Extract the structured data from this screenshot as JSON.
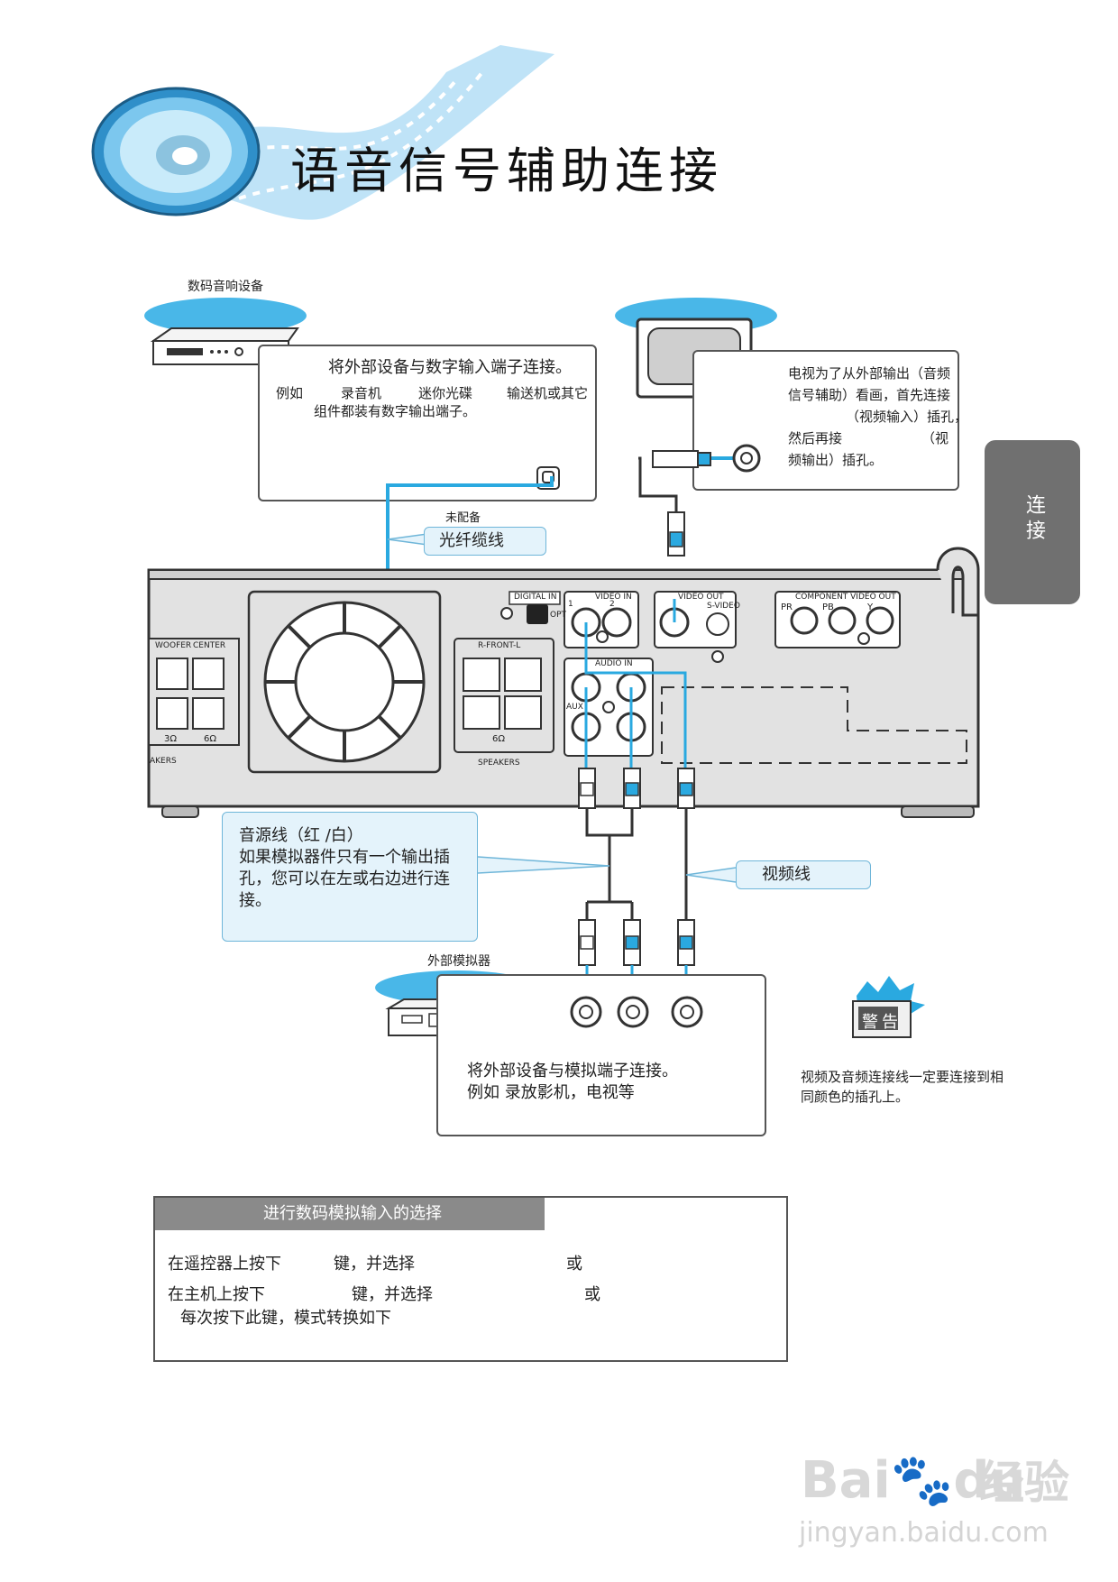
{
  "header": {
    "title": "语音信号辅助连接"
  },
  "side_tab": {
    "label": "连接"
  },
  "digital_device": {
    "label": "数码音响设备"
  },
  "digital_box": {
    "line1": "将外部设备与数字输入端子连接。",
    "line2a": "例如",
    "line2b": "录音机",
    "line2c": "迷你光碟",
    "line2d": "输送机或其它",
    "line3": "组件都装有数字输出端子。"
  },
  "tv_box": {
    "line1": "电视为了从外部输出（音频",
    "line2": "信号辅助）看画，首先连接",
    "line3": "（视频输入）插孔，",
    "line4a": "然后再接",
    "line4b": "（视",
    "line5": "频输出）插孔。"
  },
  "optical": {
    "note": "未配备",
    "label": "光纤缆线"
  },
  "panel": {
    "digital_in": "DIGITAL IN",
    "opt": "OPT",
    "video_in": "VIDEO IN",
    "video_out": "VIDEO OUT",
    "s_video": "S-VIDEO",
    "component_video_out": "COMPONENT VIDEO OUT",
    "pr": "PR",
    "pb": "PB",
    "y": "Y",
    "audio_in": "AUDIO IN",
    "aux": "AUX",
    "woofer": "WOOFER",
    "center": "CENTER",
    "r_front_l": "R-FRONT-L",
    "ohm3": "3Ω",
    "ohm6": "6Ω",
    "ohm6b": "6Ω",
    "speakers_left": "AKERS",
    "speakers_right": "SPEAKERS",
    "num1": "1",
    "num2": "2"
  },
  "audio_bubble": {
    "line1": "音源线（红 /白）",
    "line2": "如果模拟器件只有一个输出插",
    "line3": "孔，您可以在左或右边进行连",
    "line4": "接。"
  },
  "video_label": "视频线",
  "analog_device": {
    "label": "外部模拟器"
  },
  "analog_box": {
    "line1": "将外部设备与模拟端子连接。",
    "line2": "例如  录放影机，电视等"
  },
  "warning": {
    "badge": "警告",
    "line1": "视频及音频连接线一定要连接到相",
    "line2": "同颜色的插孔上。"
  },
  "selection": {
    "header": "进行数码模拟输入的选择",
    "row1a": "在遥控器上按下",
    "row1b": "键，并选择",
    "row1c": "或",
    "row2a": "在主机上按下",
    "row2b": "键，并选择",
    "row2c": "或",
    "row3": "每次按下此键，模式转换如下"
  },
  "watermark": {
    "brand": "Bai",
    "brand2": "du",
    "cn": "经验",
    "url": "jingyan.baidu.com"
  }
}
